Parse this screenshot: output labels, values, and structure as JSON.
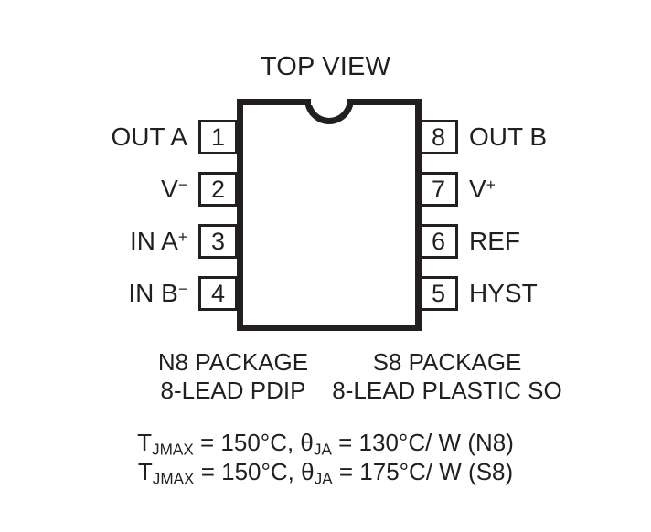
{
  "diagram": {
    "title": "TOP VIEW",
    "ink_color": "#231f20",
    "background_color": "#ffffff",
    "notch_shape": "semicircle"
  },
  "pins": {
    "left": [
      {
        "number": "1",
        "label": "OUT A",
        "sign": ""
      },
      {
        "number": "2",
        "label": "V",
        "sign": "−"
      },
      {
        "number": "3",
        "label": "IN A",
        "sign": "+"
      },
      {
        "number": "4",
        "label": "IN B",
        "sign": "−"
      }
    ],
    "right": [
      {
        "number": "8",
        "label": "OUT B",
        "sign": ""
      },
      {
        "number": "7",
        "label": "V",
        "sign": "+"
      },
      {
        "number": "6",
        "label": "REF",
        "sign": ""
      },
      {
        "number": "5",
        "label": "HYST",
        "sign": ""
      }
    ]
  },
  "packages": {
    "n8": {
      "name": "N8 PACKAGE",
      "description": "8-LEAD PDIP"
    },
    "s8": {
      "name": "S8 PACKAGE",
      "description": "8-LEAD PLASTIC SO"
    }
  },
  "thermal": {
    "line1": {
      "tj_symbol": "T",
      "tj_subscript": "JMAX",
      "tj_value": " = 150°C, ",
      "theta_symbol": "θ",
      "theta_subscript": "JA",
      "theta_value": " = 130°C/ W (N8)"
    },
    "line2": {
      "tj_symbol": "T",
      "tj_subscript": "JMAX",
      "tj_value": " = 150°C, ",
      "theta_symbol": "θ",
      "theta_subscript": "JA",
      "theta_value": " = 175°C/ W (S8)"
    }
  }
}
